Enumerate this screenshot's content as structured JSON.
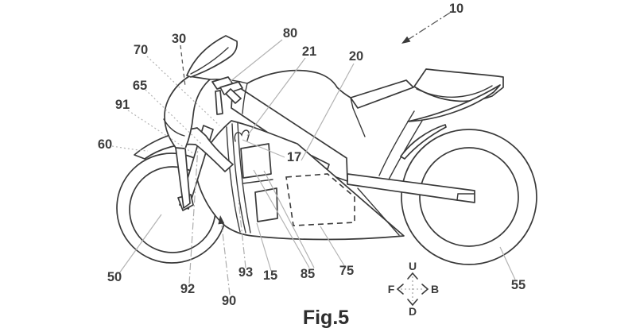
{
  "figure": {
    "caption": "Fig.5",
    "ref_labels": {
      "n10": "10",
      "n15": "15",
      "n17": "17",
      "n20": "20",
      "n21": "21",
      "n30": "30",
      "n50": "50",
      "n55": "55",
      "n60": "60",
      "n65": "65",
      "n70": "70",
      "n75": "75",
      "n80": "80",
      "n85": "85",
      "n90": "90",
      "n91": "91",
      "n92": "92",
      "n93": "93"
    },
    "direction_indicator": {
      "up": "U",
      "down": "D",
      "front": "F",
      "back": "B"
    },
    "colors": {
      "line": "#3a3a3a",
      "leader_light": "#b3b3b3",
      "leader_dark": "#5a5a5a",
      "text": "#3d3d3d",
      "background": "#ffffff"
    }
  }
}
